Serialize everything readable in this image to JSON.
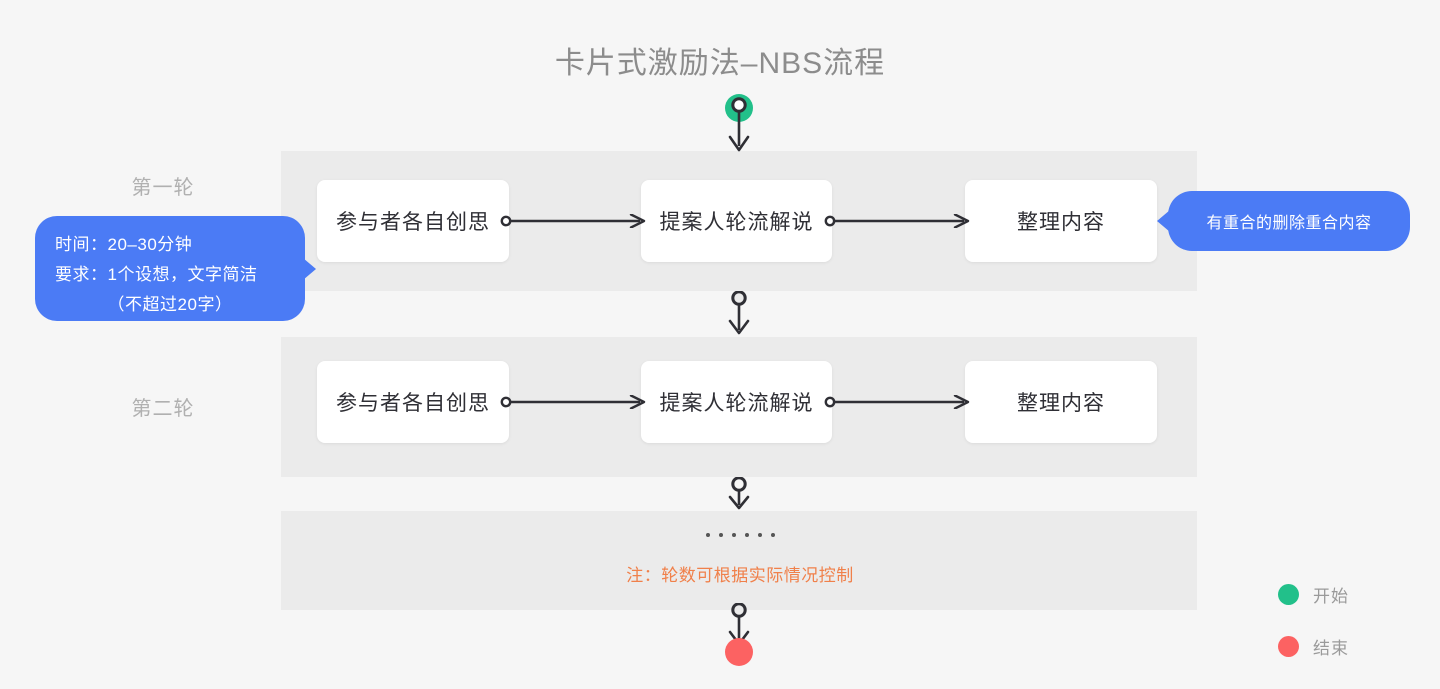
{
  "title": "卡片式激励法–NBS流程",
  "colors": {
    "page_background": "#f6f6f6",
    "band": "#ebebeb",
    "card": "#ffffff",
    "callout_blue": "#4b7bf5",
    "note_orange": "#f0804a",
    "start_green": "#22c08a",
    "end_red": "#fc6262",
    "label_gray": "#b0b0b0",
    "title_gray": "#8c8c8c",
    "connector": "#2f2f35"
  },
  "rounds": [
    {
      "label": "第一轮",
      "steps": [
        {
          "text": "参与者各自创思"
        },
        {
          "text": "提案人轮流解说"
        },
        {
          "text": "整理内容"
        }
      ]
    },
    {
      "label": "第二轮",
      "steps": [
        {
          "text": "参与者各自创思"
        },
        {
          "text": "提案人轮流解说"
        },
        {
          "text": "整理内容"
        }
      ]
    }
  ],
  "callouts": {
    "left": {
      "line1": "时间：20–30分钟",
      "line2": "要求：1个设想，文字简洁",
      "line3": "（不超过20字）"
    },
    "right": {
      "text": "有重合的删除重合内容"
    }
  },
  "continuation": {
    "ellipsis": "……",
    "dot_count": 6,
    "note": "注：轮数可根据实际情况控制"
  },
  "legend": [
    {
      "name": "start",
      "label": "开始",
      "color": "#22c08a"
    },
    {
      "name": "end",
      "label": "结束",
      "color": "#fc6262"
    }
  ],
  "flow": {
    "start_node_label": "开始",
    "end_node_label": "结束"
  }
}
